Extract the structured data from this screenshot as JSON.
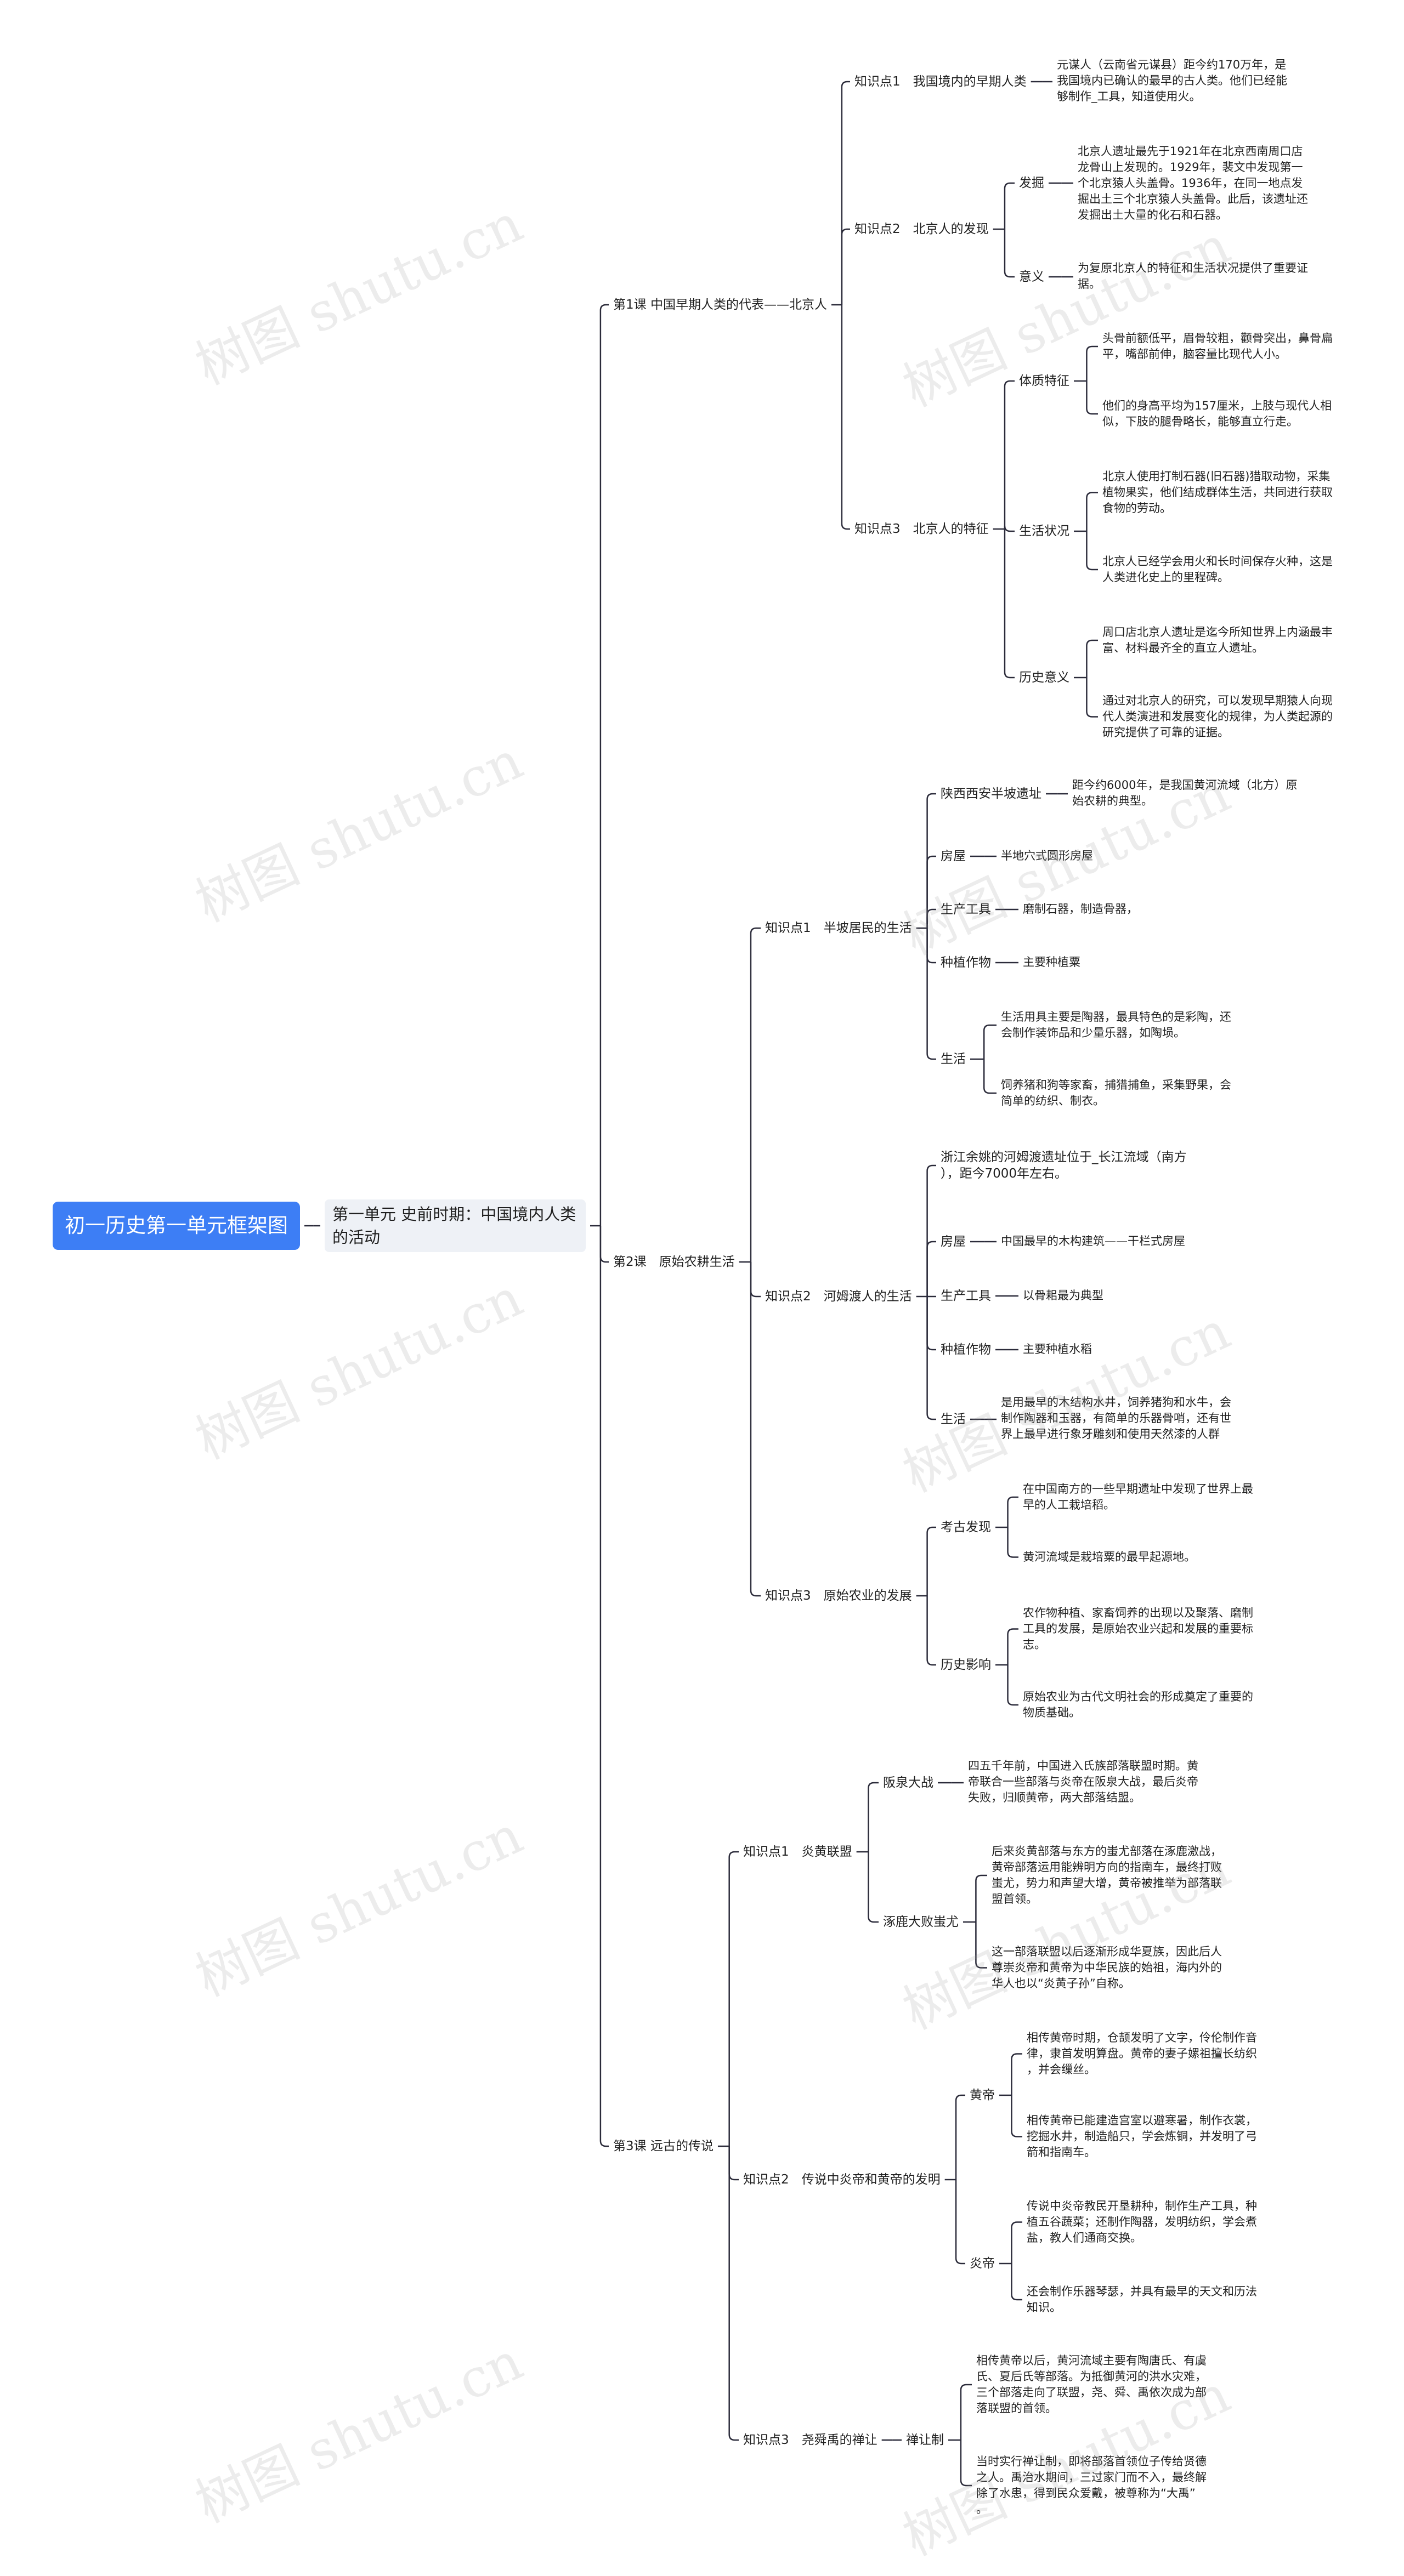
{
  "root": "初一历史第一单元框架图",
  "unit": "第一单元 史前时期：中国境内人类\n的活动",
  "watermark": "树图 shutu.cn",
  "lessons": [
    {
      "title": "第1课 中国早期人类的代表——北京人",
      "points": [
        {
          "title": "知识点1　我国境内的早期人类",
          "leaves": [
            "元谋人（云南省元谋县）距今约170万年，是\n我国境内已确认的最早的古人类。他们已经能\n够制作_工具，知道使用火。"
          ]
        },
        {
          "title": "知识点2　北京人的发现",
          "subs": [
            {
              "title": "发掘",
              "leaves": [
                "北京人遗址最先于1921年在北京西南周口店\n龙骨山上发现的。1929年，裴文中发现第一\n个北京猿人头盖骨。1936年，在同一地点发\n掘出土三个北京猿人头盖骨。此后，该遗址还\n发掘出土大量的化石和石器。"
              ]
            },
            {
              "title": "意义",
              "leaves": [
                "为复原北京人的特征和生活状况提供了重要证\n据。"
              ]
            }
          ]
        },
        {
          "title": "知识点3　北京人的特征",
          "subs": [
            {
              "title": "体质特征",
              "leaves": [
                "头骨前额低平，眉骨较粗，颧骨突出，鼻骨扁\n平，嘴部前伸，脑容量比现代人小。",
                "他们的身高平均为157厘米，上肢与现代人相\n似，下肢的腿骨略长，能够直立行走。"
              ]
            },
            {
              "title": "生活状况",
              "leaves": [
                "北京人使用打制石器(旧石器)猎取动物，采集\n植物果实，他们结成群体生活，共同进行获取\n食物的劳动。",
                "北京人已经学会用火和长时间保存火种，这是\n人类进化史上的里程碑。"
              ]
            },
            {
              "title": "历史意义",
              "leaves": [
                "周口店北京人遗址是迄今所知世界上内涵最丰\n富、材料最齐全的直立人遗址。",
                "通过对北京人的研究，可以发现早期猿人向现\n代人类演进和发展变化的规律，为人类起源的\n研究提供了可靠的证据。"
              ]
            }
          ]
        }
      ]
    },
    {
      "title": "第2课　原始农耕生活",
      "points": [
        {
          "title": "知识点1　半坡居民的生活",
          "subs": [
            {
              "title": "陕西西安半坡遗址",
              "leaves": [
                "距今约6000年，是我国黄河流域（北方）原\n始农耕的典型。"
              ]
            },
            {
              "title": "房屋",
              "leaves": [
                "半地穴式圆形房屋"
              ]
            },
            {
              "title": "生产工具",
              "leaves": [
                "磨制石器，制造骨器，"
              ]
            },
            {
              "title": "种植作物",
              "leaves": [
                "主要种植粟"
              ]
            },
            {
              "title": "生活",
              "leaves": [
                "生活用具主要是陶器，最具特色的是彩陶，还\n会制作装饰品和少量乐器，如陶埙。",
                "饲养猪和狗等家畜，捕猎捕鱼，采集野果，会\n简单的纺织、制衣。"
              ]
            }
          ]
        },
        {
          "title": "知识点2　河姆渡人的生活",
          "subs": [
            {
              "title": "浙江余姚的河姆渡遗址位于_长江流域（南方\n），距今7000年左右。",
              "leaves": []
            },
            {
              "title": "房屋",
              "leaves": [
                "中国最早的木构建筑——干栏式房屋"
              ]
            },
            {
              "title": "生产工具",
              "leaves": [
                "以骨耜最为典型"
              ]
            },
            {
              "title": "种植作物",
              "leaves": [
                "主要种植水稻"
              ]
            },
            {
              "title": "生活",
              "leaves": [
                "是用最早的木结构水井，饲养猪狗和水牛，会\n制作陶器和玉器，有简单的乐器骨哨，还有世\n界上最早进行象牙雕刻和使用天然漆的人群"
              ]
            }
          ]
        },
        {
          "title": "知识点3　原始农业的发展",
          "subs": [
            {
              "title": "考古发现",
              "leaves": [
                "在中国南方的一些早期遗址中发现了世界上最\n早的人工栽培稻。",
                "黄河流域是栽培粟的最早起源地。"
              ]
            },
            {
              "title": "历史影响",
              "leaves": [
                "农作物种植、家畜饲养的出现以及聚落、磨制\n工具的发展，是原始农业兴起和发展的重要标\n志。",
                "原始农业为古代文明社会的形成奠定了重要的\n物质基础。"
              ]
            }
          ]
        }
      ]
    },
    {
      "title": "第3课 远古的传说",
      "points": [
        {
          "title": "知识点1　炎黄联盟",
          "subs": [
            {
              "title": "阪泉大战",
              "leaves": [
                "四五千年前，中国进入氏族部落联盟时期。黄\n帝联合一些部落与炎帝在阪泉大战，最后炎帝\n失败，归顺黄帝，两大部落结盟。"
              ]
            },
            {
              "title": "涿鹿大败蚩尤",
              "leaves": [
                "后来炎黄部落与东方的蚩尤部落在涿鹿激战，\n黄帝部落运用能辨明方向的指南车，最终打败\n蚩尤，势力和声望大增，黄帝被推举为部落联\n盟首领。",
                "这一部落联盟以后逐渐形成华夏族，因此后人\n尊崇炎帝和黄帝为中华民族的始祖，海内外的\n华人也以“炎黄子孙”自称。"
              ]
            }
          ]
        },
        {
          "title": "知识点2　传说中炎帝和黄帝的发明",
          "subs": [
            {
              "title": "黄帝",
              "leaves": [
                "相传黄帝时期，仓颉发明了文字，伶伦制作音\n律，隶首发明算盘。黄帝的妻子嫘祖擅长纺织\n，并会缫丝。",
                "相传黄帝已能建造宫室以避寒暑，制作衣裳，\n挖掘水井，制造船只，学会炼铜，并发明了弓\n箭和指南车。"
              ]
            },
            {
              "title": "炎帝",
              "leaves": [
                "传说中炎帝教民开垦耕种，制作生产工具，种\n植五谷蔬菜；还制作陶器，发明纺织，学会煮\n盐，教人们通商交换。",
                "还会制作乐器琴瑟，并具有最早的天文和历法\n知识。"
              ]
            }
          ]
        },
        {
          "title": "知识点3　尧舜禹的禅让",
          "subs": [
            {
              "title": "禅让制",
              "leaves": [
                "相传黄帝以后，黄河流域主要有陶唐氏、有虞\n氏、夏后氏等部落。为抵御黄河的洪水灾难，\n三个部落走向了联盟，尧、舜、禹依次成为部\n落联盟的首领。",
                "当时实行禅让制，即将部落首领位子传给贤德\n之人。禹治水期间，三过家门而不入，最终解\n除了水患，得到民众爱戴，被尊称为“大禹”\n。"
              ]
            }
          ]
        }
      ]
    }
  ]
}
